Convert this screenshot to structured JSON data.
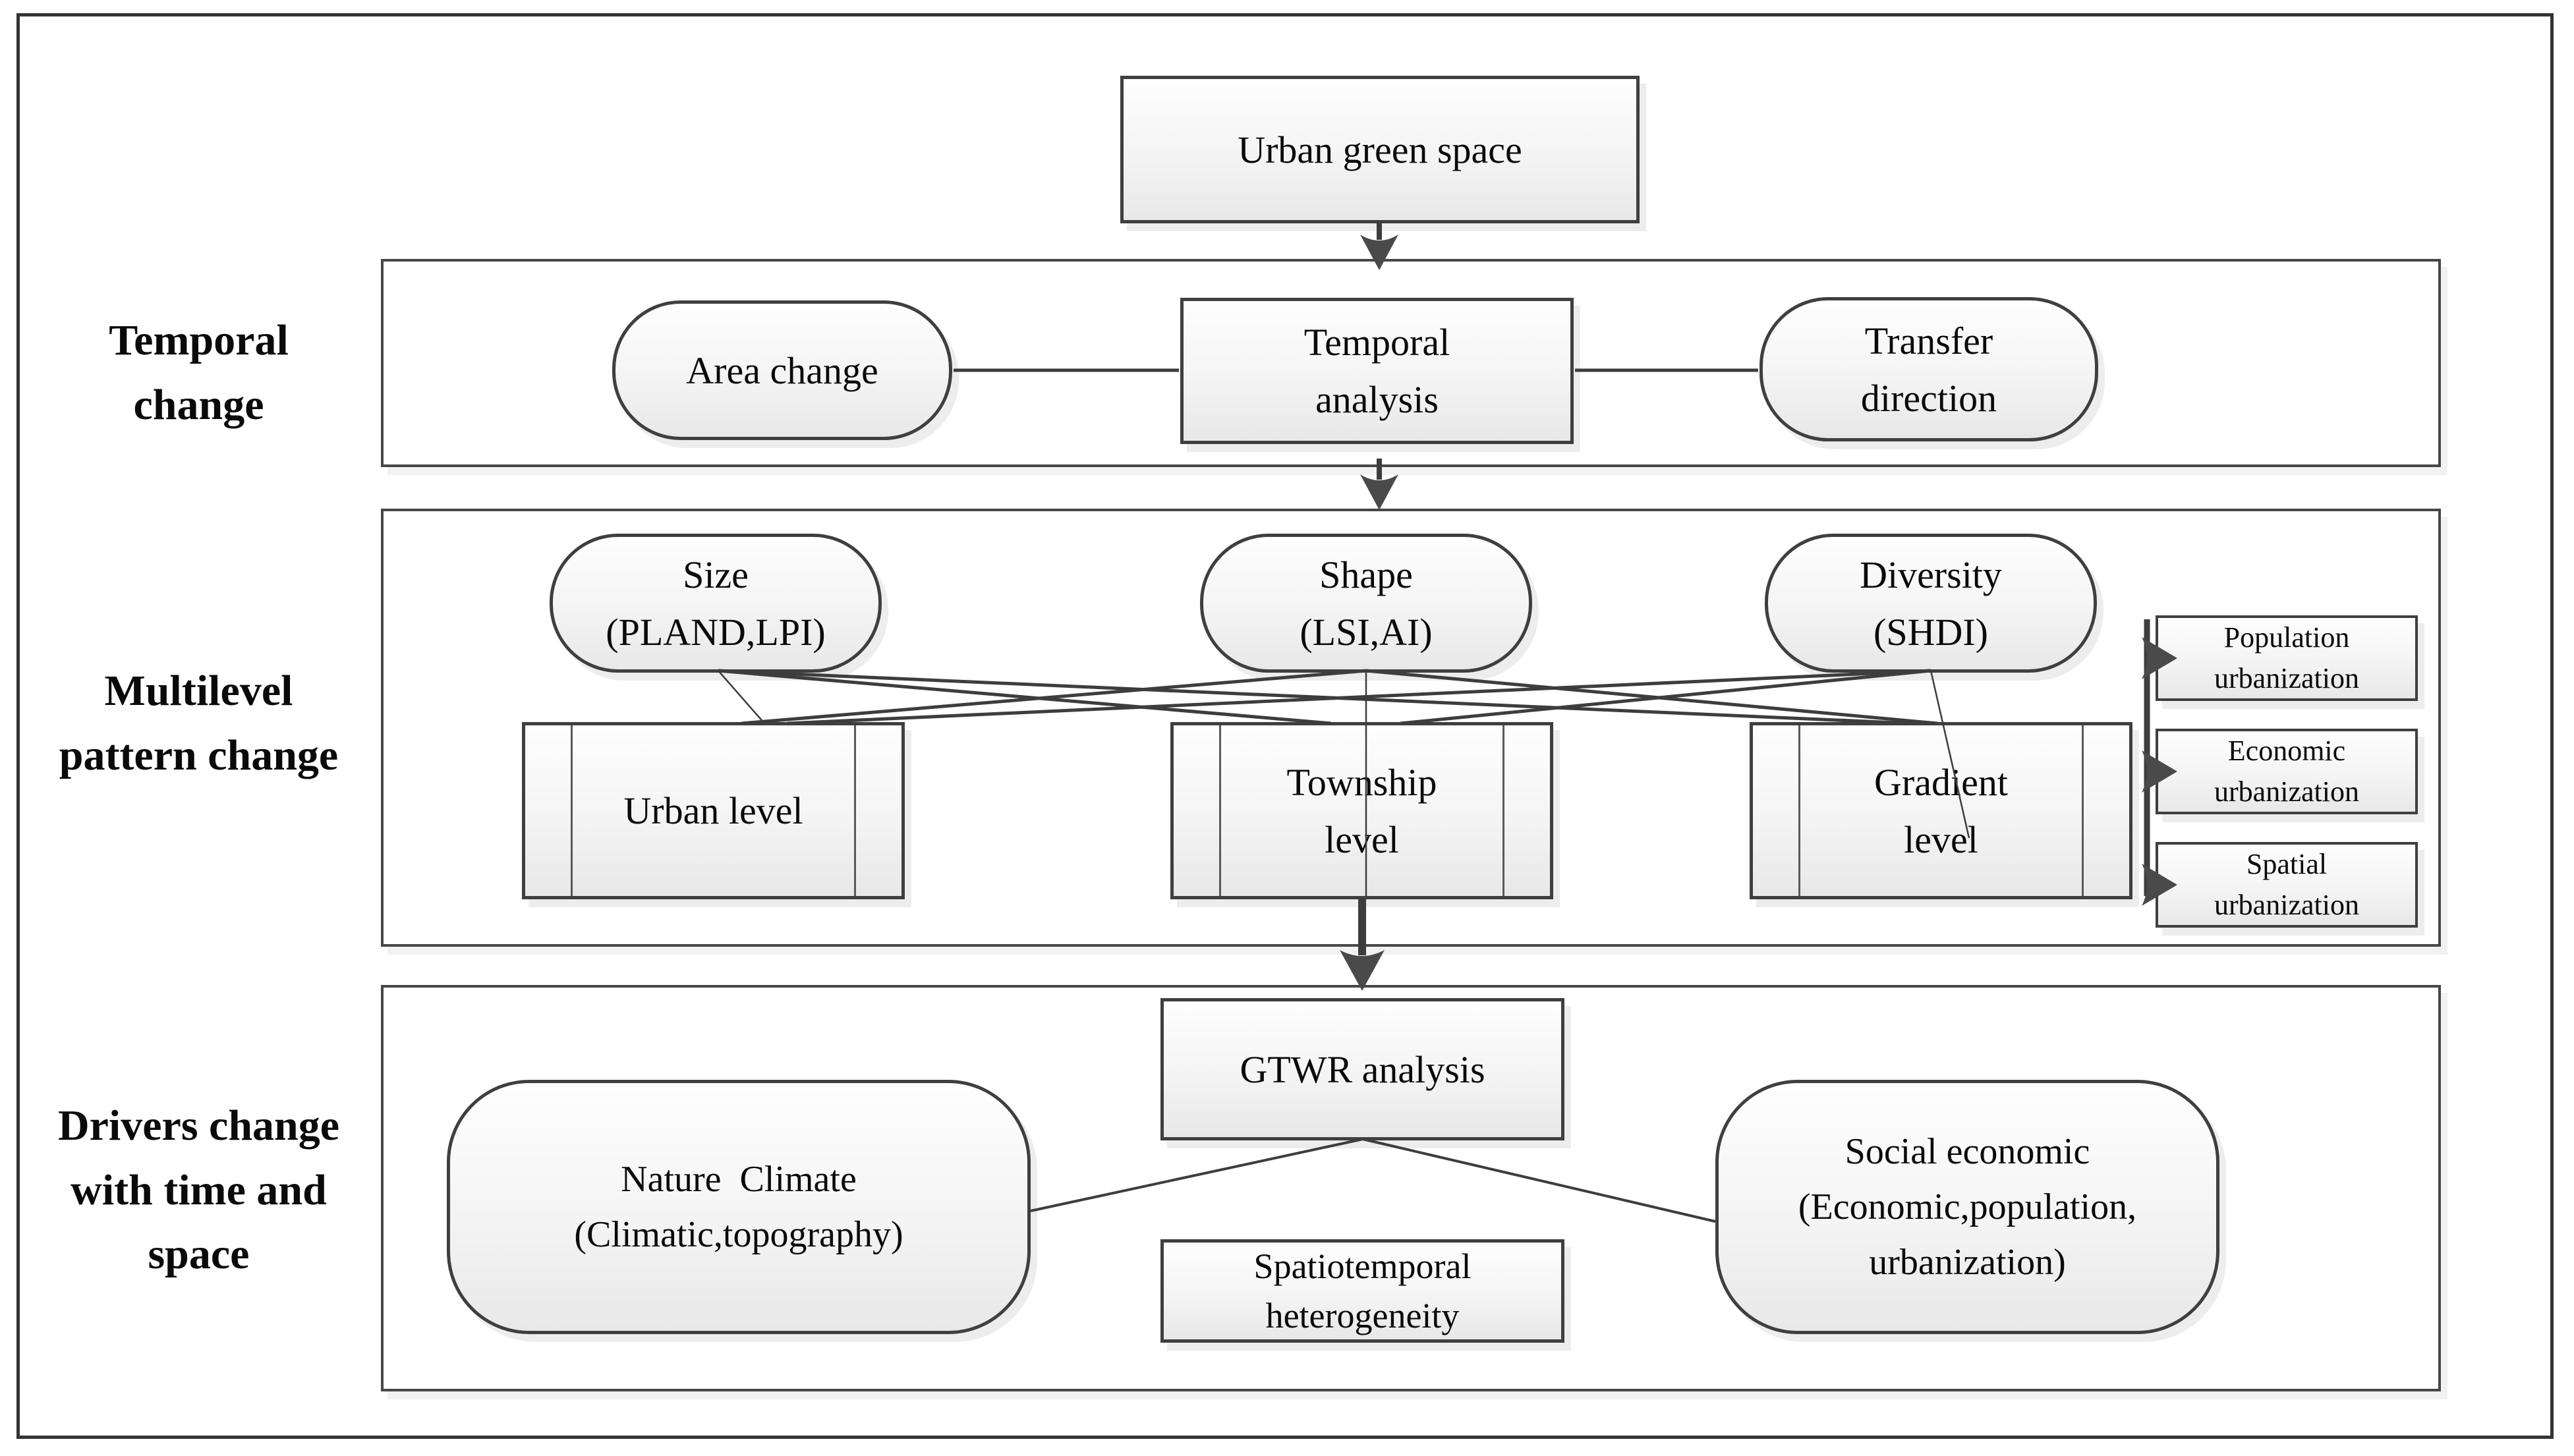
{
  "colors": {
    "ink": "#3d3d3d",
    "node_border": "#3f3f3f",
    "fill_top": "#fefefe",
    "fill_bottom": "#e8e8e8",
    "text": "#0a0a0a"
  },
  "row_labels": {
    "temporal": [
      "Temporal",
      "change"
    ],
    "multilevel": [
      "Multilevel",
      "pattern change"
    ],
    "drivers": [
      "Drivers change",
      "with time and",
      "space"
    ]
  },
  "nodes": {
    "root": [
      "Urban green space"
    ],
    "area_change": [
      "Area change"
    ],
    "temporal_analysis": [
      "Temporal",
      "analysis"
    ],
    "transfer_direction": [
      "Transfer",
      "direction"
    ],
    "size": [
      "Size",
      "(PLAND,LPI)"
    ],
    "shape": [
      "Shape",
      "(LSI,AI)"
    ],
    "diversity": [
      "Diversity",
      "(SHDI)"
    ],
    "urban_level": [
      "Urban level"
    ],
    "township_level": [
      "Township",
      "level"
    ],
    "gradient_level": [
      "Gradient",
      "level"
    ],
    "population_urbanization": [
      "Population",
      "urbanization"
    ],
    "economic_urbanization": [
      "Economic",
      "urbanization"
    ],
    "spatial_urbanization": [
      "Spatial",
      "urbanization"
    ],
    "gtwr": [
      "GTWR analysis"
    ],
    "nature_climate": [
      "Nature  Climate",
      "(Climatic,topography)"
    ],
    "social_economic": [
      "Social economic",
      "(Economic,population,",
      "urbanization)"
    ],
    "spatiotemporal": [
      "Spatiotemporal",
      "heterogeneity"
    ]
  }
}
